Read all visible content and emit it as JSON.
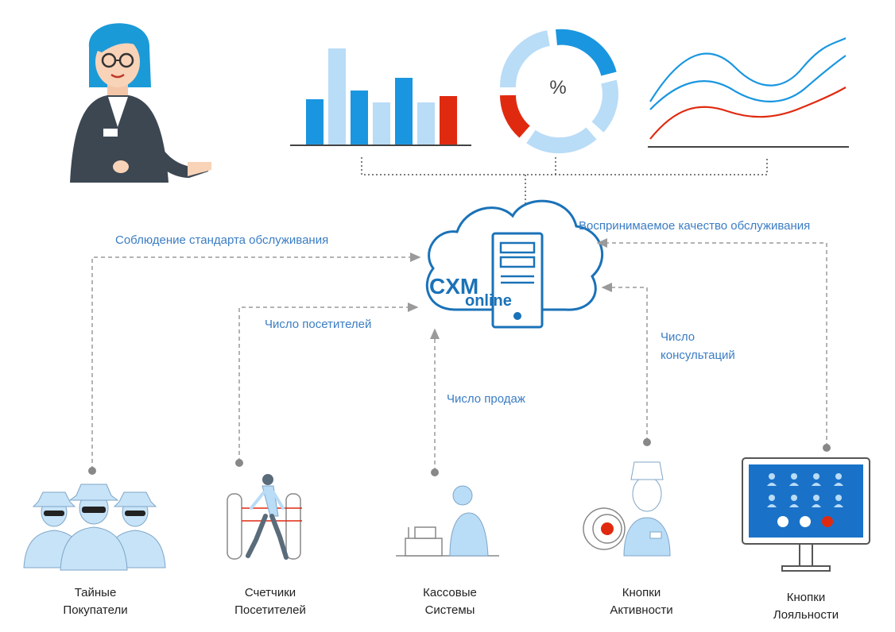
{
  "center": {
    "brand_top": "CXM",
    "brand_bottom": "online"
  },
  "donut": {
    "symbol": "%"
  },
  "flows": {
    "standard": "Соблюдение стандарта обслуживания",
    "visitors": "Число посетителей",
    "sales": "Число продаж",
    "consultations_1": "Число",
    "consultations_2": "консультаций",
    "perceived": "Воспринимаемое качество обслуживания"
  },
  "sources": [
    {
      "line1": "Тайные",
      "line2": "Покупатели"
    },
    {
      "line1": "Счетчики",
      "line2": "Посетителей"
    },
    {
      "line1": "Кассовые",
      "line2": "Системы"
    },
    {
      "line1": "Кнопки",
      "line2": "Активности"
    },
    {
      "line1": "Кнопки",
      "line2": "Лояльности"
    }
  ],
  "colors": {
    "primary": "#1a96e0",
    "light": "#b9dcf7",
    "red": "#e02a10",
    "label": "#3b7dc4",
    "line": "#999999"
  }
}
